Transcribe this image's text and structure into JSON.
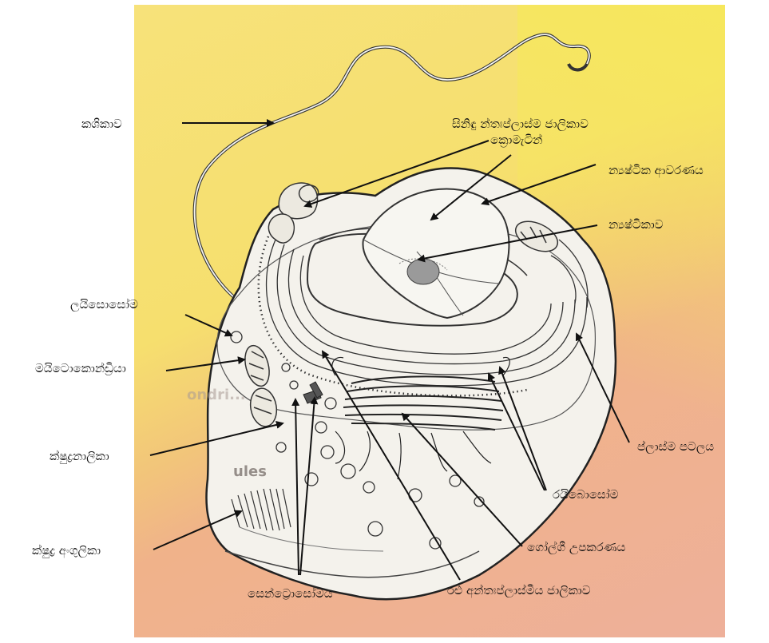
{
  "labels": {
    "flagellum": "කශිකාව",
    "smooth_er": "සිනිඳු න්තඃප්ලාස්ම ජාලිකාව",
    "chromatin": "ක්‍රොමැටින්",
    "nuclear_envelope": "න්‍යෂ්ටික ආවරණය",
    "nucleolus": "න්‍යෂ්ටිකාව",
    "lysosome": "ලයිසොසෝම",
    "mitochondria": "මයිටොකොන්ඩ්‍රියා",
    "microtubules": "ක්ෂුද්‍රනාලිකා",
    "microvilli": "ක්ෂුද්‍ර අංගුලිකා",
    "centrosome": "සෙන්ට්‍රොසෝමය",
    "rough_er": "රළු අන්තඃප්ලාස්මීය ජාලිකාව",
    "golgi": "ගෝල්ගී උපකරණය",
    "ribosome": "රයිබොසෝම",
    "plasma_membrane": "ප්ලාස්ම පටලය"
  },
  "ghost_text": {
    "a": "ondri...",
    "b": "ules"
  },
  "colors": {
    "bg_yellow": "#f6df6e",
    "bg_pink": "#eeb09a",
    "cell_fill": "#f4f2ec",
    "ink": "#222222"
  }
}
